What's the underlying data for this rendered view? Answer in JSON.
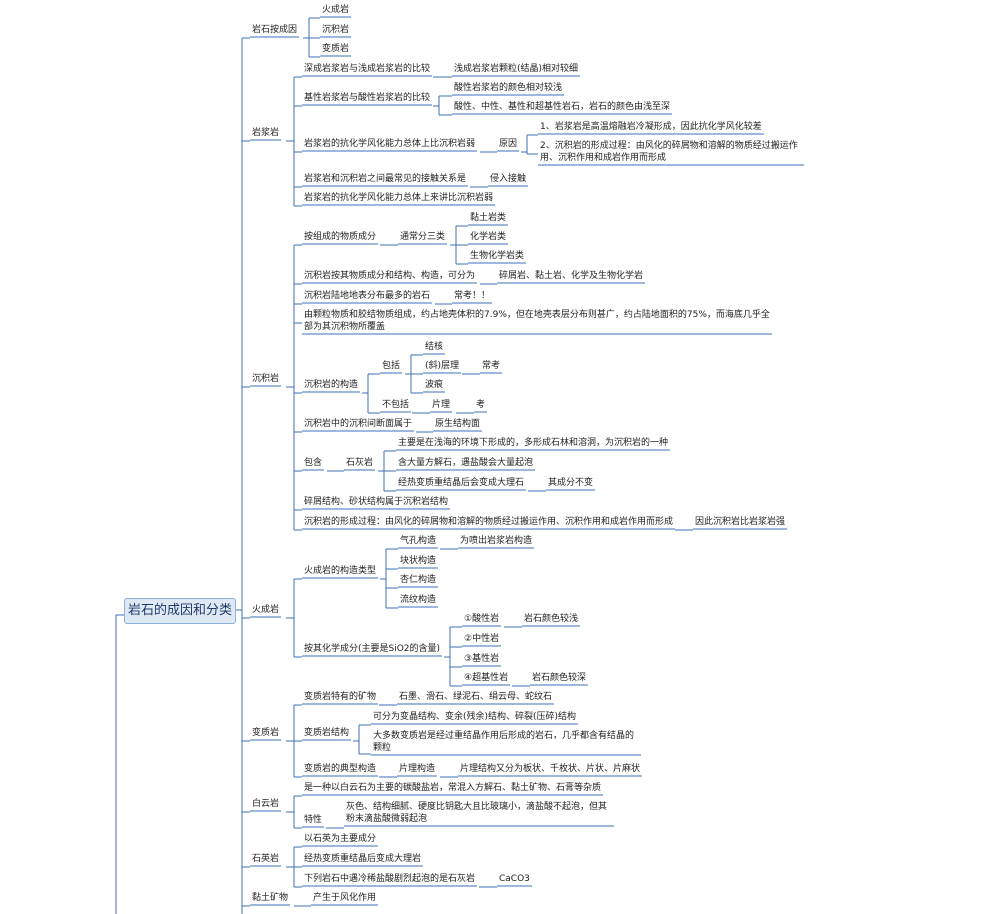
{
  "root": "岩石的成因和分类",
  "colors": {
    "line": "#3d6fb6",
    "root_fill": "#dfe9f6",
    "root_border": "#8fb0d8"
  },
  "nodes": {
    "c1": "岩石按成因",
    "c1_1": "火成岩",
    "c1_2": "沉积岩",
    "c1_3": "变质岩",
    "c2": "岩浆岩",
    "c2_1": "深成岩浆岩与浅成岩浆岩的比较",
    "c2_1a": "浅成岩浆岩颗粒(结晶)相对较细",
    "c2_2": "基性岩浆岩与酸性岩浆岩的比较",
    "c2_2a": "酸性岩浆岩的颜色相对较浅",
    "c2_2b": "酸性、中性、基性和超基性岩石，岩石的颜色由浅至深",
    "c2_3": "岩浆岩的抗化学风化能力总体上比沉积岩弱",
    "c2_3a": "原因",
    "c2_3a1": "1、岩浆岩是高温熔融岩冷凝形成，因此抗化学风化较差",
    "c2_3a2": "2、沉积岩的形成过程：由风化的碎屑物和溶解的物质经过搬运作用、沉积作用和成岩作用而形成",
    "c2_4": "岩浆岩和沉积岩之间最常见的接触关系是",
    "c2_4a": "侵入接触",
    "c2_5": "岩浆岩的抗化学风化能力总体上来讲比沉积岩弱",
    "c3": "沉积岩",
    "c3_1": "按组成的物质成分",
    "c3_1a": "通常分三类",
    "c3_1a1": "黏土岩类",
    "c3_1a2": "化学岩类",
    "c3_1a3": "生物化学岩类",
    "c3_2": "沉积岩按其物质成分和结构、构造，可分为",
    "c3_2a": "碎屑岩、黏土岩、化学及生物化学岩",
    "c3_3": "沉积岩陆地地表分布最多的岩石",
    "c3_3a": "常考！！",
    "c3_4": "由颗粒物质和胶结物质组成，约占地壳体积的7.9%，但在地壳表层分布则甚广，约占陆地面积的75%，而海底几乎全部为其沉积物所覆盖",
    "c3_5": "沉积岩的构造",
    "c3_5a": "包括",
    "c3_5a1": "结核",
    "c3_5a2": "(斜)层理",
    "c3_5a2a": "常考",
    "c3_5a3": "波痕",
    "c3_5b": "不包括",
    "c3_5b1": "片理",
    "c3_5b1a": "考",
    "c3_6": "沉积岩中的沉积间断面属于",
    "c3_6a": "原生结构面",
    "c3_7": "包含",
    "c3_7a": "石灰岩",
    "c3_7a1": "主要是在浅海的环境下形成的，多形成石林和溶洞，为沉积岩的一种",
    "c3_7a2": "含大量方解石，遇盐酸会大量起泡",
    "c3_7a3": "经热变质重结晶后会变成大理石",
    "c3_7a3a": "其成分不变",
    "c3_8": "碎屑结构、砂状结构属于沉积岩结构",
    "c3_9": "沉积岩的形成过程：由风化的碎屑物和溶解的物质经过搬运作用、沉积作用和成岩作用而形成",
    "c3_9a": "因此沉积岩比岩浆岩强",
    "c4": "火成岩",
    "c4_1": "火成岩的构造类型",
    "c4_1a": "气孔构造",
    "c4_1a1": "为喷出岩浆岩构造",
    "c4_1b": "块状构造",
    "c4_1c": "杏仁构造",
    "c4_1d": "流纹构造",
    "c4_2": "按其化学成分(主要是SiO2的含量)",
    "c4_2a": "①酸性岩",
    "c4_2a1": "岩石颜色较浅",
    "c4_2b": "②中性岩",
    "c4_2c": "③基性岩",
    "c4_2d": "④超基性岩",
    "c4_2d1": "岩石颜色较深",
    "c5": "变质岩",
    "c5_1": "变质岩特有的矿物",
    "c5_1a": "石墨、滑石、绿泥石、绢云母、蛇纹石",
    "c5_2": "变质岩结构",
    "c5_2a": "可分为变晶结构、变余(残余)结构、碎裂(压碎)结构",
    "c5_2b": "大多数变质岩是经过重结晶作用后形成的岩石，几乎都含有结晶的颗粒",
    "c5_3": "变质岩的典型构造",
    "c5_3a": "片理构造",
    "c5_3a1": "片理结构又分为板状、千枚状、片状、片麻状",
    "c6": "白云岩",
    "c6_1": "是一种以白云石为主要的碳酸盐岩，常混入方解石、黏土矿物、石膏等杂质",
    "c6_2": "特性",
    "c6_2a": "灰色、结构细腻、硬度比钥匙大且比玻璃小，滴盐酸不起泡，但其粉末滴盐酸微弱起泡",
    "c7": "石英岩",
    "c7_1": "以石英为主要成分",
    "c7_2": "经热变质重结晶后变成大理岩",
    "c7_3": "下列岩石中遇冷稀盐酸剧烈起泡的是石灰岩",
    "c7_3a": "CaCO3",
    "c8": "黏土矿物",
    "c8_1": "产生于风化作用"
  }
}
